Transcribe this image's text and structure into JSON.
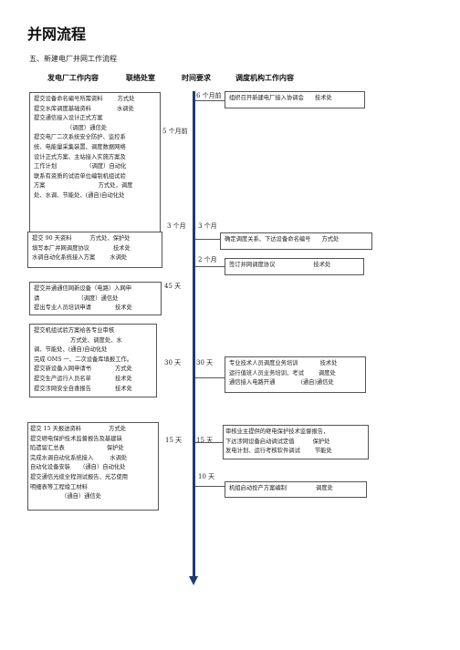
{
  "title": "并网流程",
  "subtitle": "五、新建电厂并网工作流程",
  "headers": {
    "plant": "发电厂工作内容",
    "dept": "联络处室",
    "time": "时间要求",
    "dispatch": "调度机构工作内容"
  },
  "left_boxes": [
    {
      "lines": [
        "提交设备命名编号所需资料        方式处",
        "提交水库调度基础资料              水调处",
        "提交通信接入设计正式方案",
        "                  （调度）通信处",
        "提交电厂二次系统安全防护、监控系",
        "统、电能量采集装置、调度数据网络",
        "设计正式方案、主站接入实施方案及",
        "工作计划                （调度）自动化",
        "联系有资质的试验单位编制机组试验",
        "方案                             方式处，调度",
        "处、水调、节能处、(通自)自动化处"
      ]
    },
    {
      "lines": [
        "提交 90 天资料          方式处、保护处",
        "填写本厂并网调度协议             技术处",
        "水调自动化系统接入方案        水调处"
      ]
    },
    {
      "lines": [
        "提交并通通信网新设备（电路）入网申",
        "请                     （调度）通信处",
        "提出专业人员培训申请             技术处"
      ]
    },
    {
      "lines": [
        "提交机组试验方案给各专业审核",
        "                    方式处、调度处、水",
        "调、节能处、(通自)自动化处",
        "完成 OMS 一、二次设备库填报工作。",
        "提交新设备入网申请书             方式处",
        "提交生产运行人员名单             技术处",
        "提交涉网安全自查报告             技术处"
      ]
    },
    {
      "lines": [
        "提交 15 天报送资料               方式处",
        "提交继电保护技术监督报告及基建缺",
        "陷遗留汇总表                       保护处",
        "完成水调自动化系统接入         水调处",
        "自动化设备安装     （通自）自动化处",
        "提交通信光缆全程测试报告、光芯使用",
        "明细表等工程竣工材料",
        "                 （通自）通信处"
      ]
    }
  ],
  "time_labels": [
    "6 个月前",
    "5 个月前",
    "3 个月",
    "3 个月",
    "2 个月",
    "45 天",
    "30 天",
    "30 天",
    "15 天",
    "15 天",
    "10 天"
  ],
  "right_boxes": [
    {
      "lines": [
        "组织召开新建电厂接入协调会      技术处"
      ]
    },
    {
      "lines": [
        "确定调度关系、下达设备命名编号      方式处"
      ]
    },
    {
      "lines": [
        "签订并网调度协议                     技术处"
      ]
    },
    {
      "lines": [
        "专业技术人员调度业务培训            技术处",
        "运行值班人员业务培训、考试        调度处",
        "通信接入电路开通              (通自)通信处"
      ]
    },
    {
      "lines": [
        "审核业主提供的继电保护技术监督报告，",
        "下达涉网设备启动调试定值          保护处",
        "发电计划、运行考核软件调试        节能处"
      ]
    },
    {
      "lines": [
        "机组启动投产方案编制                调度处"
      ]
    }
  ]
}
